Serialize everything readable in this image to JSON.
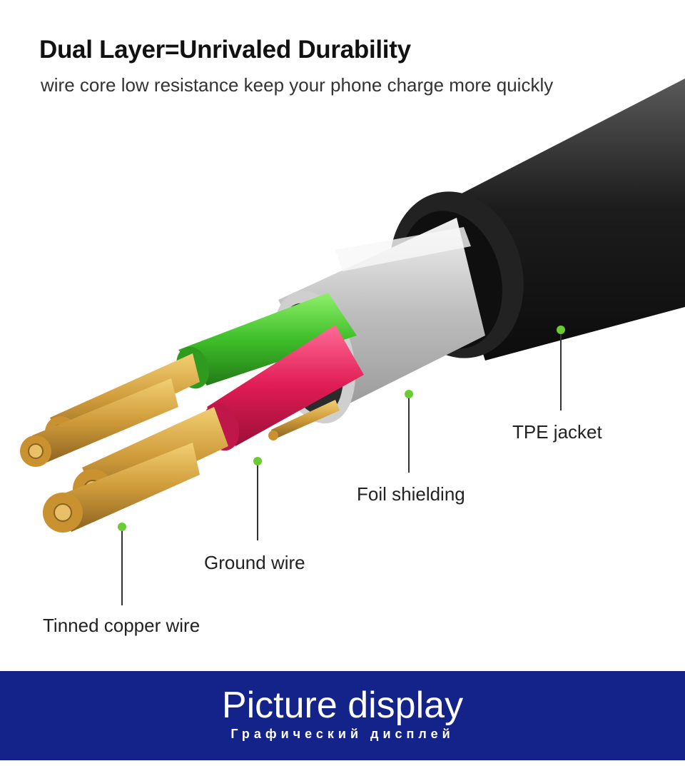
{
  "header": {
    "title": "Dual Layer=Unrivaled Durability",
    "subtitle": "wire core low resistance keep your phone charge more quickly"
  },
  "callouts": {
    "tpe_jacket": "TPE jacket",
    "foil_shielding": "Foil shielding",
    "ground_wire": "Ground wire",
    "tinned_copper_wire": "Tinned copper wire"
  },
  "banner": {
    "title": "Picture display",
    "subtitle": "Графический дисплей"
  },
  "colors": {
    "jacket": "#1a1a1a",
    "foil": "#d4d4d4",
    "green_insulation": "#3fbf2a",
    "red_insulation": "#e01c55",
    "copper": "#d9a640",
    "callout_dot": "#6ccc2f",
    "banner": "#14238a"
  }
}
